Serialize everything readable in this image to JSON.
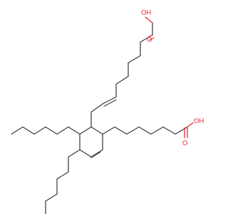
{
  "molecule": {
    "atom_labels": {
      "acid_top_hydroxyl": "OH",
      "acid_top_carbonyl": "O",
      "acid_right_hydroxyl": "OH",
      "acid_right_carbonyl": "O"
    },
    "colors": {
      "carbon_bond": "#3c3c3c",
      "heteroatom": "#e8232a",
      "background": "#ffffff"
    }
  }
}
